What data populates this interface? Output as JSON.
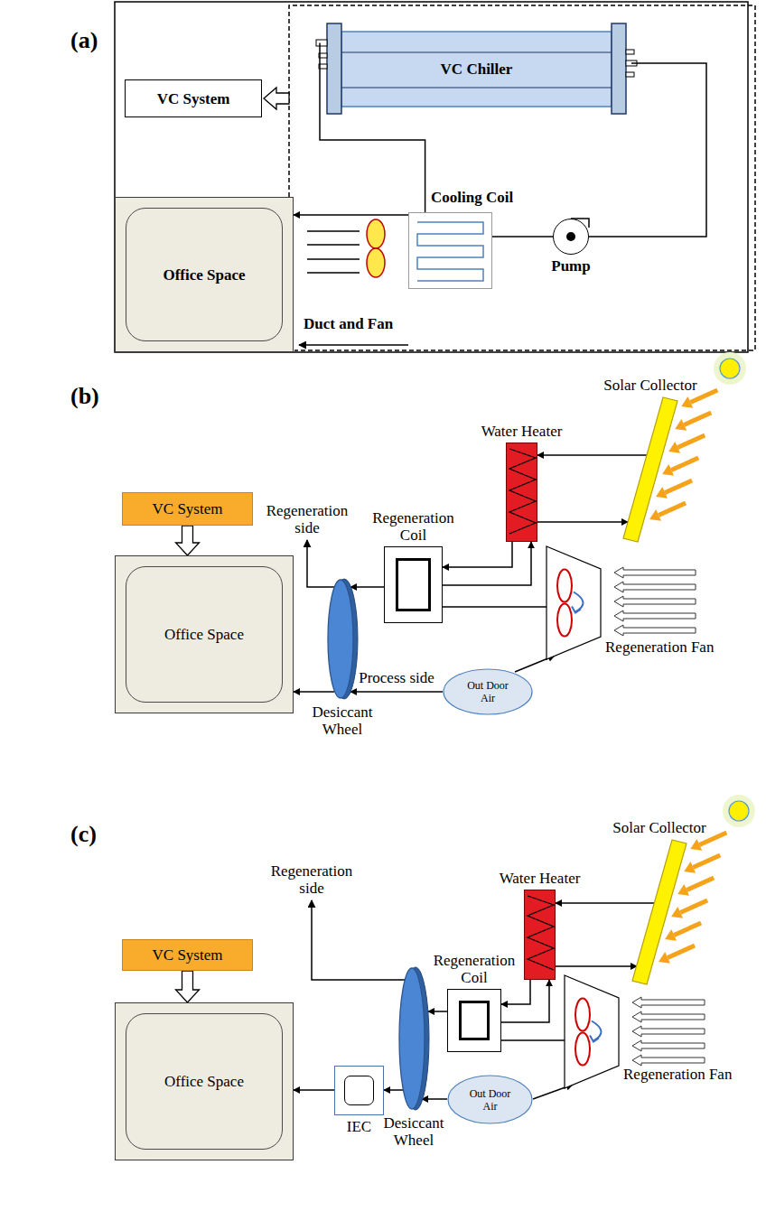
{
  "diagram": {
    "nodes": [
      {
        "text": [
          "VC System"
        ]
      },
      {
        "text": [
          "VC Chiller"
        ]
      },
      {
        "text": [
          "Cooling Coil"
        ]
      },
      {
        "text": [
          "Pump"
        ]
      },
      {
        "text": [
          "Office Space"
        ]
      },
      {
        "text": [
          "Solar Collector"
        ]
      },
      {
        "text": [
          "Water Heater"
        ]
      },
      {
        "text": [
          "Regeneration Coil"
        ]
      },
      {
        "text": [
          "VC System"
        ]
      },
      {
        "text": [
          "Regeneration Fan"
        ]
      },
      {
        "text": [
          "Office Space"
        ]
      },
      {
        "text": [
          "Desiccant Wheel"
        ]
      },
      {
        "text": [
          "Out Door Air"
        ]
      },
      {
        "text": [
          "Solar Collector"
        ]
      },
      {
        "text": [
          "Water Heater"
        ]
      },
      {
        "text": [
          "Regeneration Coil"
        ]
      },
      {
        "text": [
          "VC System"
        ]
      },
      {
        "text": [
          "Regeneration Fan"
        ]
      },
      {
        "text": [
          "Office Space"
        ]
      },
      {
        "text": [
          "Out Door Air"
        ]
      },
      {
        "text": [
          "IEC"
        ]
      },
      {
        "text": [
          "Desiccant Wheel"
        ]
      }
    ],
    "edges": [
      {
        "from": 1,
        "to": 2,
        "arrow": "none"
      },
      {
        "from": 3,
        "to": 1,
        "arrow": "none"
      },
      {
        "from": 2,
        "to": 3,
        "arrow": "none"
      },
      {
        "from": 2,
        "to": 4,
        "arrow": "to"
      },
      {
        "from": 5,
        "to": 6,
        "arrow": "to"
      },
      {
        "from": 6,
        "to": 5,
        "arrow": "to"
      },
      {
        "from": 6,
        "to": 7,
        "arrow": "to"
      },
      {
        "from": 7,
        "to": 6,
        "arrow": "to"
      },
      {
        "from": 9,
        "to": 7,
        "arrow": "none"
      },
      {
        "from": 8,
        "to": 10,
        "arrow": "to"
      },
      {
        "from": 7,
        "to": 11,
        "arrow": "to"
      },
      {
        "from": 11,
        "to": 10,
        "arrow": "to"
      },
      {
        "from": 12,
        "to": 11,
        "label": "Process side",
        "arrow": "to"
      },
      {
        "from": 12,
        "to": 9,
        "arrow": "to"
      },
      {
        "from": 13,
        "to": 14,
        "arrow": "to"
      },
      {
        "from": 14,
        "to": 13,
        "arrow": "to"
      },
      {
        "from": 14,
        "to": 15,
        "arrow": "to"
      },
      {
        "from": 15,
        "to": 14,
        "arrow": "to"
      },
      {
        "from": 17,
        "to": 15,
        "arrow": "none"
      },
      {
        "from": 16,
        "to": 18,
        "arrow": "to"
      },
      {
        "from": 15,
        "to": 21,
        "arrow": "to"
      },
      {
        "from": 21,
        "to": 20,
        "arrow": "to"
      },
      {
        "from": 20,
        "to": 18,
        "arrow": "to"
      },
      {
        "from": 19,
        "to": 21,
        "arrow": "to"
      },
      {
        "from": 19,
        "to": 17,
        "arrow": "to"
      }
    ],
    "labels": [
      "(a)",
      "Duct and Fan",
      "(b)",
      "Regeneration side",
      "(c)",
      "Regeneration side"
    ]
  }
}
